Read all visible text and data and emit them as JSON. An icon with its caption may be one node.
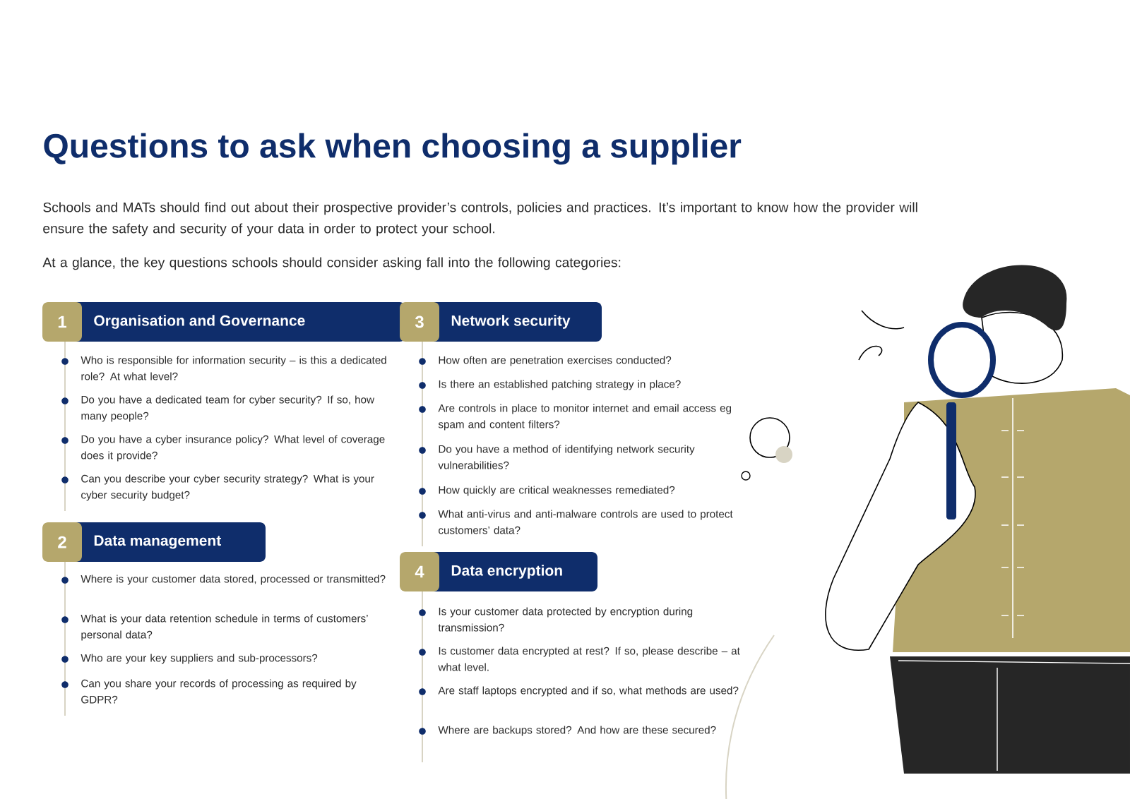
{
  "diagram": {
    "title": "Questions to ask when choosing a supplier",
    "nodes": [
      {
        "text": [
          "1",
          "Organisation and Governance"
        ],
        "beside": [
          "Who is responsible for information security – is this a dedicated role? At what level?",
          "Do you have a dedicated team for cyber security? If so, how many people?",
          "Do you have a cyber insurance policy? What level of coverage does it provide?",
          "Can you describe your cyber security strategy? What is your cyber security budget?"
        ]
      },
      {
        "text": [
          "2",
          "Data management"
        ],
        "beside": [
          "Where is your customer data stored, processed or transmitted?",
          "What is your data retention schedule in terms of customers’ personal data?",
          "Who are your key suppliers and sub-processors?",
          "Can you share your records of processing as required by GDPR?"
        ]
      },
      {
        "text": [
          "3",
          "Network security"
        ],
        "beside": [
          "How often are penetration exercises conducted?",
          "Is there an established patching strategy in place?",
          "Are controls in place to monitor internet and email access eg spam and content filters?",
          "Do you have a method of identifying network security vulnerabilities?",
          "How quickly are critical weaknesses remediated?",
          "What anti-virus and anti-malware controls are used to protect customers’ data?"
        ]
      },
      {
        "text": [
          "4",
          "Data encryption"
        ],
        "beside": [
          "Is your customer data protected by encryption during transmission?",
          "Is customer data encrypted at rest? If so, please describe – at what level.",
          "Are staff laptops encrypted and if so, what methods are used?",
          "Where are backups stored? And how are these secured?"
        ]
      }
    ],
    "labels": [
      "Schools and MATs should find out about their prospective provider’s controls, policies and practices. It’s important to know how the provider will ensure the safety and security of your data in order to protect your school.",
      "At a glance, the key questions schools should consider asking fall into the following categories:"
    ]
  }
}
